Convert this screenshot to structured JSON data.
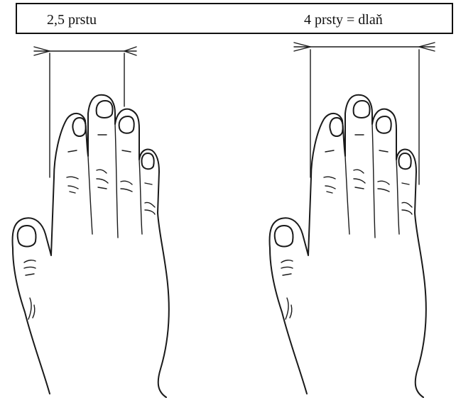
{
  "header": {
    "left_label": "2,5 prstu",
    "right_label": "4 prsty = dlaň"
  },
  "figures": [
    {
      "name": "hand-left",
      "measure": "2,5 prstu"
    },
    {
      "name": "hand-right",
      "measure": "4 prsty = dlaň"
    }
  ]
}
